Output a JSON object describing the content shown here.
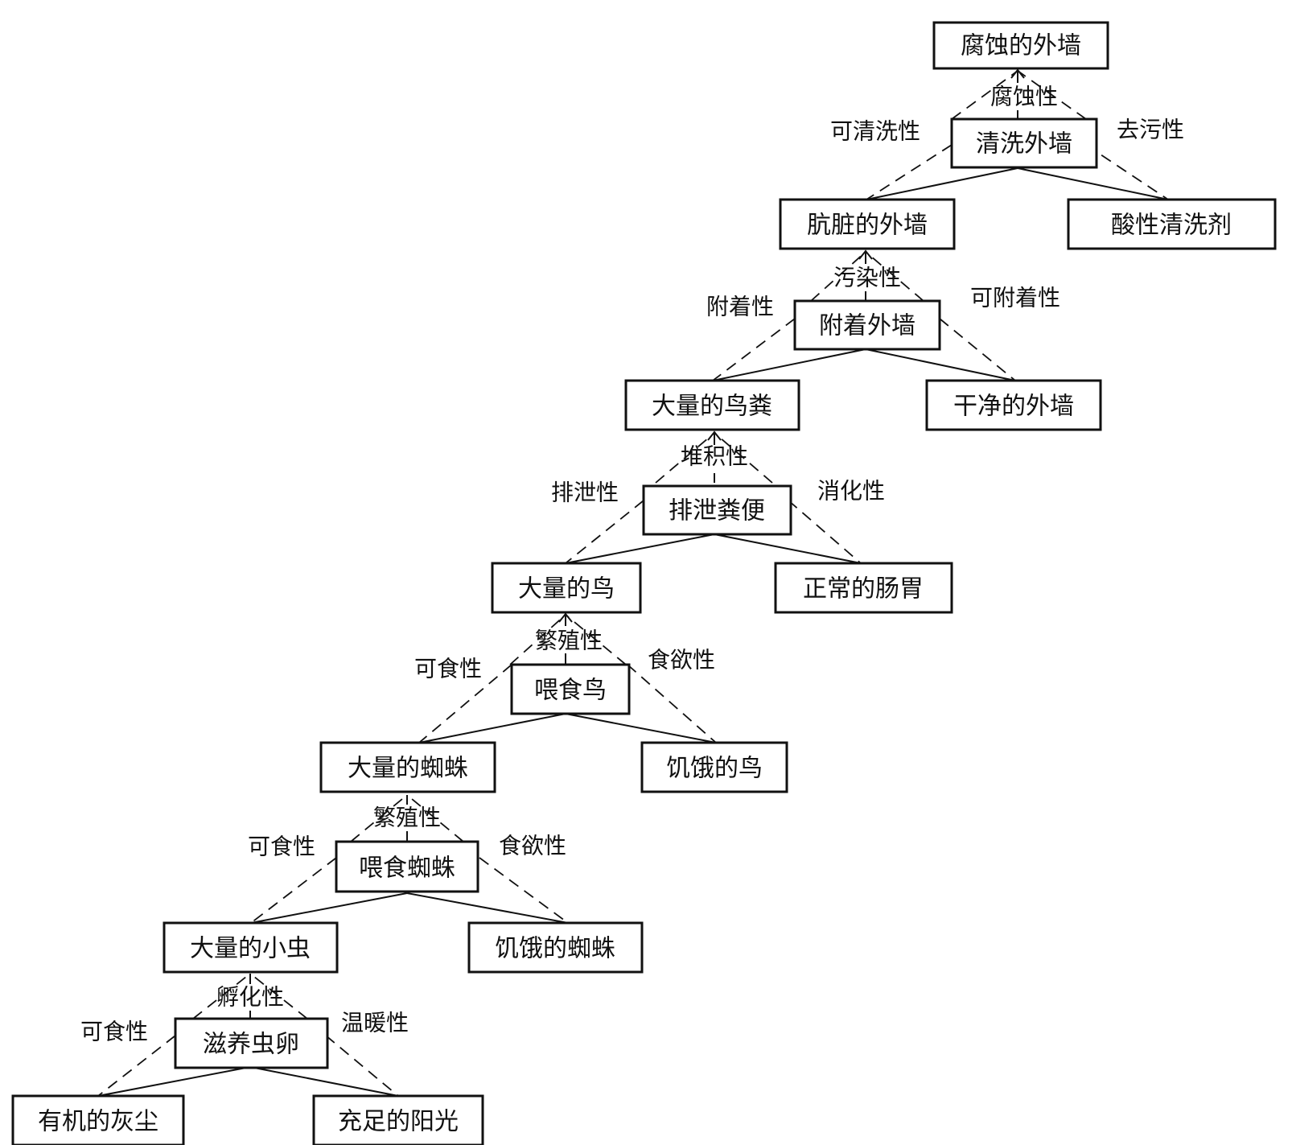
{
  "units": [
    {
      "result": "腐蚀的外墙",
      "method": "清洗外墙",
      "input_left": "肮脏的外墙",
      "input_right": "酸性清洗剂",
      "top_property": "腐蚀性",
      "left_property": "可清洗性",
      "right_property": "去污性"
    },
    {
      "result": "肮脏的外墙",
      "method": "附着外墙",
      "input_left": "大量的鸟粪",
      "input_right": "干净的外墙",
      "top_property": "污染性",
      "left_property": "附着性",
      "right_property": "可附着性"
    },
    {
      "result": "大量的鸟粪",
      "method": "排泄粪便",
      "input_left": "大量的鸟",
      "input_right": "正常的肠胃",
      "top_property": "堆积性",
      "left_property": "排泄性",
      "right_property": "消化性"
    },
    {
      "result": "大量的鸟",
      "method": "喂食鸟",
      "input_left": "大量的蜘蛛",
      "input_right": "饥饿的鸟",
      "top_property": "繁殖性",
      "left_property": "可食性",
      "right_property": "食欲性"
    },
    {
      "result": "大量的蜘蛛",
      "method": "喂食蜘蛛",
      "input_left": "大量的小虫",
      "input_right": "饥饿的蜘蛛",
      "top_property": "繁殖性",
      "left_property": "可食性",
      "right_property": "食欲性"
    },
    {
      "result": "大量的小虫",
      "method": "滋养虫卵",
      "input_left": "有机的灰尘",
      "input_right": "充足的阳光",
      "top_property": "孵化性",
      "left_property": "可食性",
      "right_property": "温暖性"
    }
  ]
}
